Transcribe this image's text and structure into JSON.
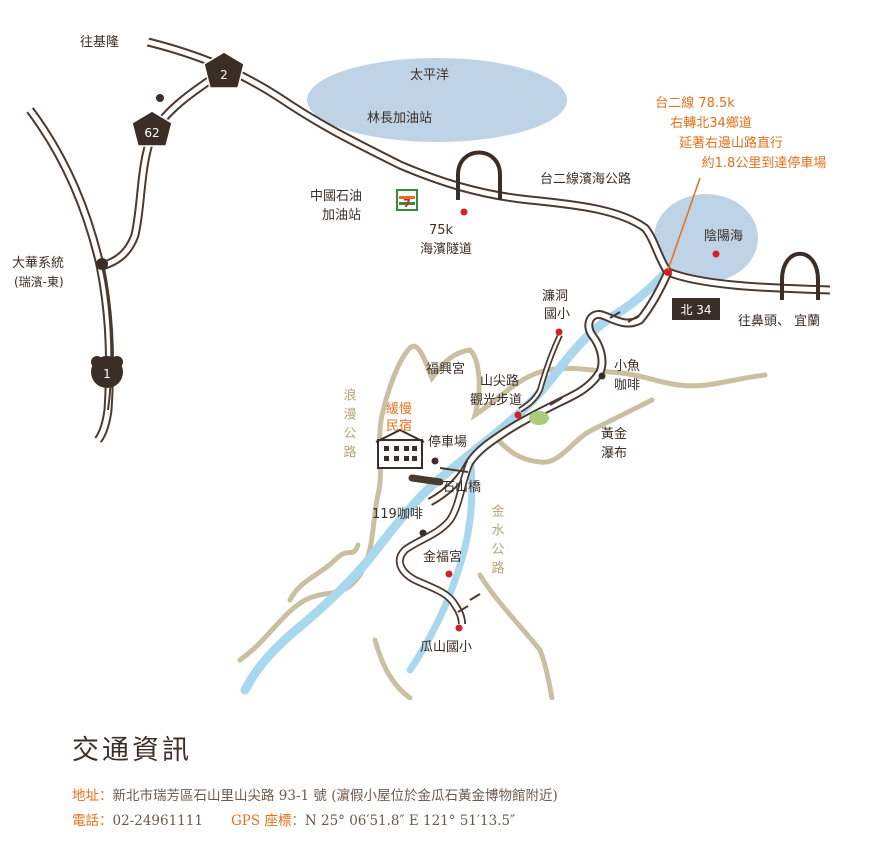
{
  "colors": {
    "road": "#4a3a30",
    "river": "#a9d8ee",
    "sea": "#bfd3e6",
    "trail": "#c9c0a2",
    "accent": "#e2711d",
    "poi": "#d0202a"
  },
  "map": {
    "labels": {
      "keelung": "往基隆",
      "pacific": "太平洋",
      "linchang": "林長加油站",
      "cpc_line1": "中國石油",
      "cpc_line2": "加油站",
      "km75": "75k",
      "tunnel": "海濱隧道",
      "coastal_road": "台二線濱海公路",
      "yinyang": "陰陽海",
      "dahua_line1": "大華系統",
      "dahua_line2": "(瑞濱-東)",
      "toward": "往鼻頭、 宜蘭",
      "liandong_line1": "濂洞",
      "liandong_line2": "國小",
      "fuxing": "福興宮",
      "xiaoyu_line1": "小魚",
      "xiaoyu_line2": "咖啡",
      "trail_line1": "山尖路",
      "trail_line2": "觀光步道",
      "parking": "停車場",
      "huangjin_line1": "黃金",
      "huangjin_line2": "瀑布",
      "shishan": "石山橋",
      "cafe119": "119咖啡",
      "jinfu": "金福宮",
      "guashan": "瓜山國小",
      "minsu_line1": "緩慢",
      "minsu_line2": "民宿",
      "langman": "浪漫公路",
      "jinshui": "金水公路"
    },
    "shields": {
      "r2": "2",
      "r62": "62",
      "r1": "1",
      "b34": "北 34"
    },
    "note": [
      "台二線 78.5k",
      "右轉北34鄉道",
      "延著右邊山路直行",
      "約1.8公里到達停車場"
    ]
  },
  "info": {
    "title": "交通資訊",
    "address_label": "地址：",
    "address_value": "新北市瑞芳區石山里山尖路 93-1 號",
    "address_note": "(濵假小屋位於金瓜石黃金博物館附近)",
    "phone_label": "電話：",
    "phone_value": "02-24961111",
    "gps_label": "GPS 座標：",
    "gps_value": "N 25° 06′51.8″ E 121° 51′13.5″"
  }
}
